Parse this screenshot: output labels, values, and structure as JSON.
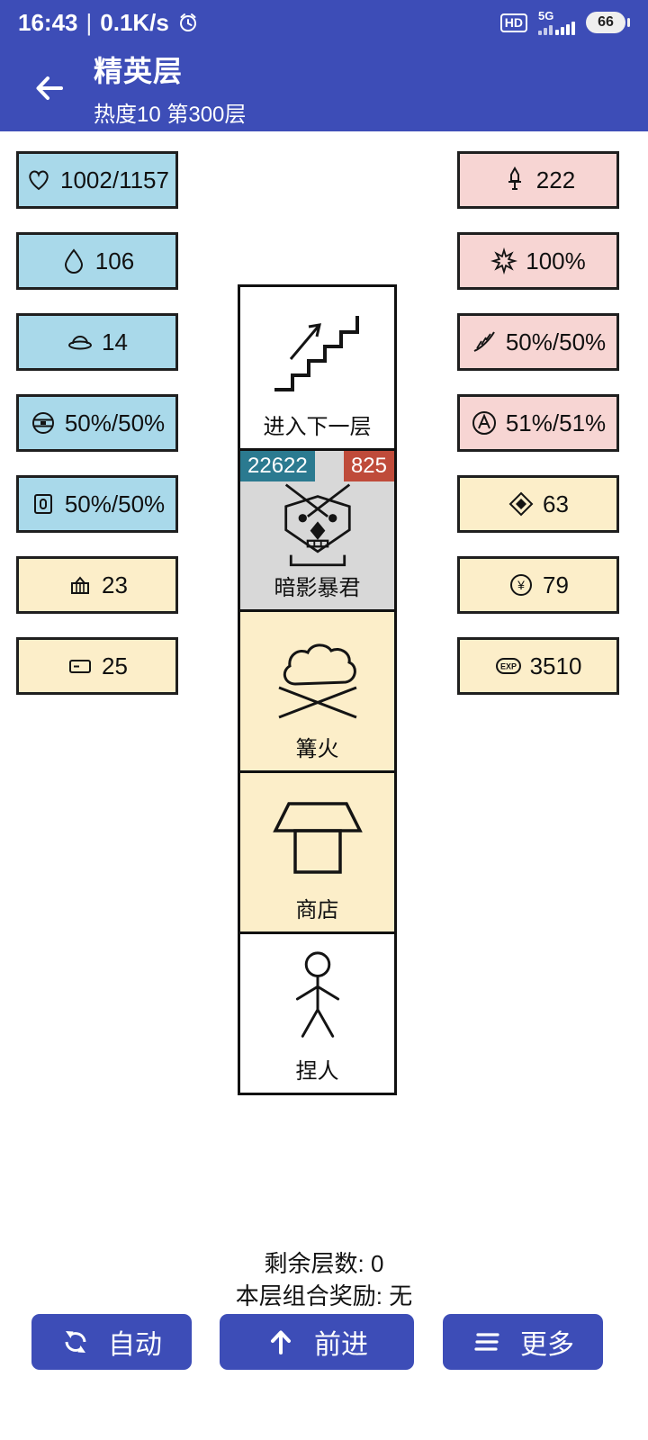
{
  "status_bar": {
    "time": "16:43",
    "separator": "|",
    "net_speed": "0.1K/s",
    "hd_label": "HD",
    "network_type": "5G",
    "battery_percent": "66"
  },
  "header": {
    "title": "精英层",
    "subtitle": "热度10 第300层"
  },
  "left_stats": [
    {
      "icon": "heart-icon",
      "value": "1002/1157"
    },
    {
      "icon": "water-drop-icon",
      "value": "106"
    },
    {
      "icon": "hat-icon",
      "value": "14"
    },
    {
      "icon": "shield-orb-icon",
      "value": "50%/50%"
    },
    {
      "icon": "armor-icon",
      "value": "50%/50%"
    },
    {
      "icon": "gift-icon",
      "value": "23"
    },
    {
      "icon": "card-icon",
      "value": "25"
    }
  ],
  "right_stats": [
    {
      "icon": "sword-icon",
      "value": "222"
    },
    {
      "icon": "burst-icon",
      "value": "100%"
    },
    {
      "icon": "crit-icon",
      "value": "50%/50%"
    },
    {
      "icon": "circle-a-icon",
      "value": "51%/51%"
    },
    {
      "icon": "gem-icon",
      "value": "63"
    },
    {
      "icon": "coin-icon",
      "value": "79"
    },
    {
      "icon": "exp-icon",
      "value": "3510"
    }
  ],
  "tower_cells": [
    {
      "icon": "stairs-up-icon",
      "label": "进入下一层"
    },
    {
      "icon": "monster-icon",
      "label": "暗影暴君",
      "hp": "22622",
      "attack": "825"
    },
    {
      "icon": "campfire-icon",
      "label": "篝火"
    },
    {
      "icon": "shop-icon",
      "label": "商店"
    },
    {
      "icon": "person-icon",
      "label": "捏人"
    }
  ],
  "glyphs": {
    "coin_symbol": "¥",
    "exp_symbol": "EXP"
  },
  "footer": {
    "remaining": "剩余层数: 0",
    "combo": "本层组合奖励: 无"
  },
  "actions": [
    {
      "icon": "refresh-icon",
      "label": "自动"
    },
    {
      "icon": "up-arrow-icon",
      "label": "前进"
    },
    {
      "icon": "menu-icon",
      "label": "更多"
    }
  ],
  "colors": {
    "primary": "#3d4db7",
    "box_blue": "#a9d9ea",
    "box_yellow": "#fceec9",
    "box_pink": "#f7d5d3",
    "cell_gray": "#d8d8d8",
    "badge_teal": "#2b7a90",
    "badge_red": "#bf4b3a",
    "border_dark": "#1f1f1f"
  }
}
